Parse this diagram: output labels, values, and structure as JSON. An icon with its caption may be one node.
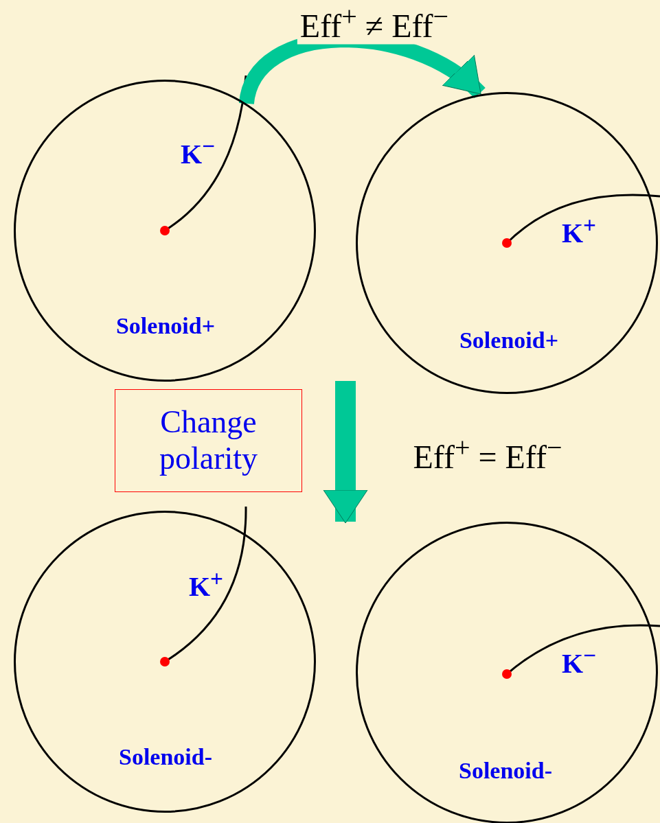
{
  "diagram": {
    "nodes": [
      {
        "text": [
          "K$^{−}$",
          "Solenoid+"
        ]
      },
      {
        "text": [
          "K$^{+}$",
          "Solenoid+"
        ]
      },
      {
        "text": [
          "Change polarity"
        ]
      },
      {
        "text": [
          "K$^{+}$",
          "Solenoid-"
        ]
      },
      {
        "text": [
          "K$^{−}$",
          "Solenoid-"
        ]
      }
    ],
    "edges": [
      {
        "from": 0,
        "to": 1,
        "arrow": "to",
        "label": "Eff$^{+}$ ≠ Eff$^{−}$"
      },
      {
        "from": 1,
        "to": 4,
        "arrow": "to",
        "label": "Eff$^{+}$ = Eff$^{−}$"
      }
    ]
  }
}
